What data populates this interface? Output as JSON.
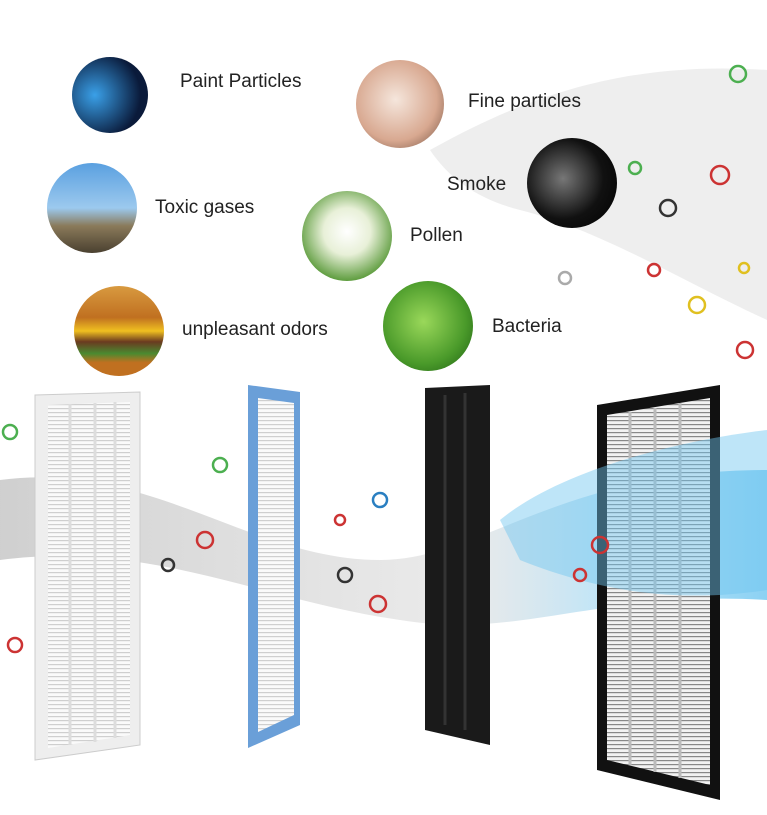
{
  "pollutants": [
    {
      "label": "Paint Particles",
      "icon": "spray-gun-icon"
    },
    {
      "label": "Fine particles",
      "icon": "fiber-on-finger-icon"
    },
    {
      "label": "Smoke",
      "icon": "cigarette-smoke-icon"
    },
    {
      "label": "Toxic gases",
      "icon": "factory-chimney-icon"
    },
    {
      "label": "Pollen",
      "icon": "dandelion-icon"
    },
    {
      "label": "unpleasant odors",
      "icon": "burger-icon"
    },
    {
      "label": "Bacteria",
      "icon": "bacteria-icon"
    }
  ],
  "filters": [
    {
      "name": "white-prefilter",
      "color": "#ffffff"
    },
    {
      "name": "blue-hepa-filter",
      "color": "#6a9fd8"
    },
    {
      "name": "black-carbon-filter",
      "color": "#1a1a1a"
    },
    {
      "name": "black-frame-hepa-filter",
      "color": "#111111"
    }
  ],
  "colors": {
    "airflow_clean": "#6fc6f0",
    "airflow_dirty": "#9a9a9a"
  }
}
